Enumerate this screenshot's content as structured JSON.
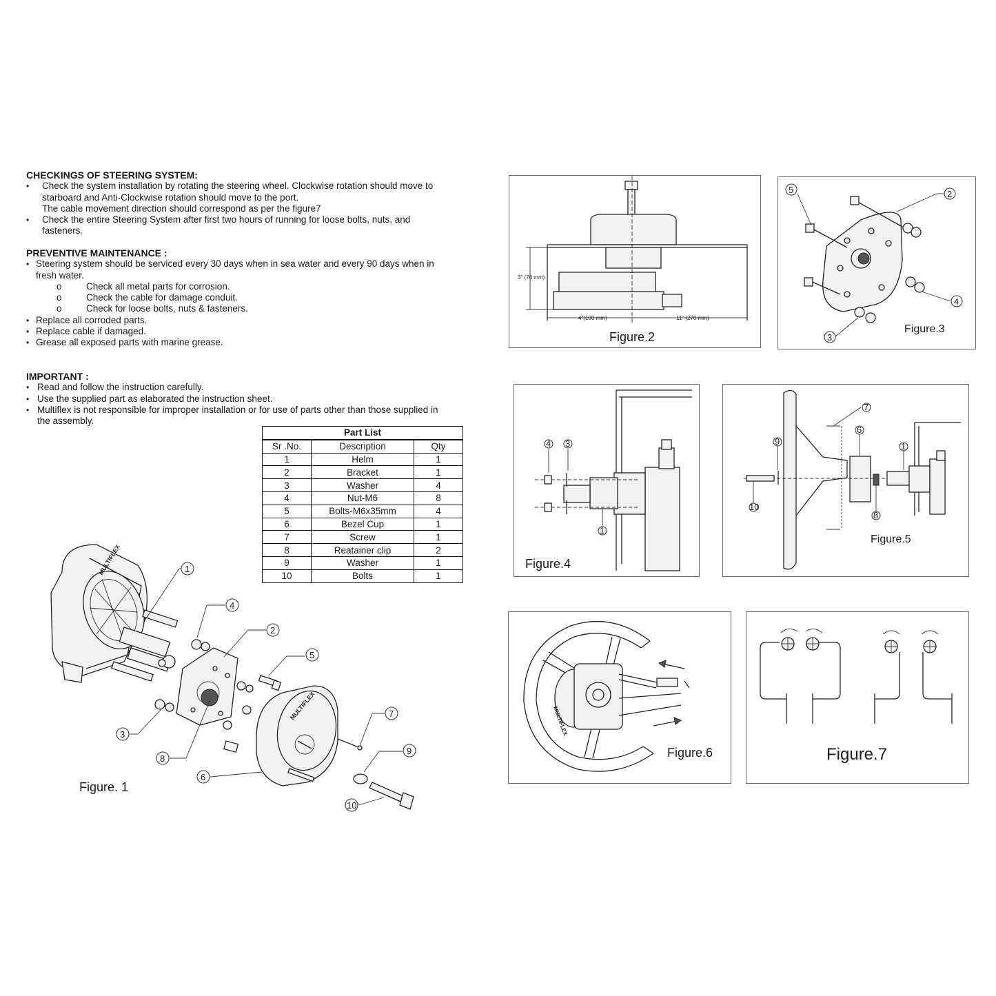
{
  "checkings": {
    "heading": "CHECKINGS OF STEERING SYSTEM:",
    "b1_line1": "Check the system installation by rotating the steering wheel. Clockwise rotation should move to",
    "b1_line2": "starboard and Anti-Clockwise rotation should move to the port.",
    "b1_line3": "The cable movement direction should correspond as per the figure7",
    "b2_line1": "Check the entire Steering System after first two hours of running for loose bolts, nuts, and",
    "b2_line2": "fasteners."
  },
  "maintenance": {
    "heading": "PREVENTIVE MAINTENANCE :",
    "b1_line1": "Steering system should be serviced every 30 days when in sea water and every 90 days when in",
    "b1_line2": "fresh water.",
    "sub_marker": "o",
    "sub1": "Check all metal parts for corrosion.",
    "sub2": "Check the cable for damage conduit.",
    "sub3": "Check for loose bolts, nuts & fasteners.",
    "b2": "Replace all corroded parts.",
    "b3": "Replace cable if damaged.",
    "b4": "Grease all exposed parts with marine grease."
  },
  "important": {
    "heading": "IMPORTANT :",
    "b1": "Read and follow the instruction carefully.",
    "b2": "Use the supplied part as elaborated the instruction sheet.",
    "b3_line1": "Multiflex is not responsible for improper installation or for use of parts other than those supplied in",
    "b3_line2": "the assembly."
  },
  "bullet": "•",
  "part_list": {
    "title": "Part List",
    "headers": [
      "Sr .No.",
      "Description",
      "Qty"
    ],
    "rows": [
      [
        "1",
        "Helm",
        "1"
      ],
      [
        "2",
        "Bracket",
        "1"
      ],
      [
        "3",
        "Washer",
        "4"
      ],
      [
        "4",
        "Nut-M6",
        "8"
      ],
      [
        "5",
        "Bolts-M6x35mm",
        "4"
      ],
      [
        "6",
        "Bezel Cup",
        "1"
      ],
      [
        "7",
        "Screw",
        "1"
      ],
      [
        "8",
        "Reatainer clip",
        "2"
      ],
      [
        "9",
        "Washer",
        "1"
      ],
      [
        "10",
        "Bolts",
        "1"
      ]
    ]
  },
  "figures": {
    "fig1": "Figure. 1",
    "fig2": "Figure.2",
    "fig3": "Figure.3",
    "fig4": "Figure.4",
    "fig5": "Figure.5",
    "fig6": "Figure.6",
    "fig7": "Figure.7"
  },
  "fig2_dims": {
    "height": "3\" (76 mm)",
    "left": "4\"(100 mm)",
    "right": "11\" (278 mm)"
  },
  "brand": "MULTIFLEX",
  "callouts": [
    "1",
    "2",
    "3",
    "4",
    "5",
    "6",
    "7",
    "8",
    "9",
    "10"
  ]
}
